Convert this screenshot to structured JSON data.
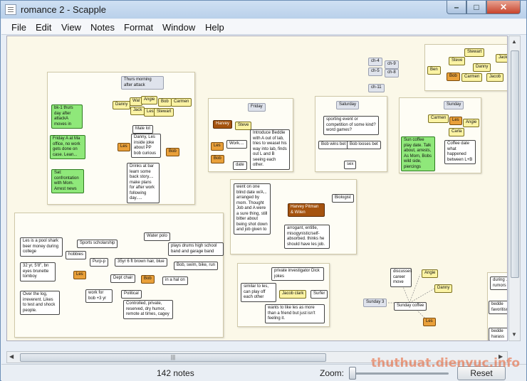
{
  "window": {
    "title": "romance 2 - Scapple"
  },
  "menu": [
    "File",
    "Edit",
    "View",
    "Notes",
    "Format",
    "Window",
    "Help"
  ],
  "status": {
    "note_count": "142 notes",
    "zoom_label": "Zoom:",
    "reset_label": "Reset",
    "watermark": "thuthuat.dienvuc.info"
  },
  "notes": {
    "thurs": "Thurs morning after attack",
    "dani": "Danny",
    "wal": "Wal",
    "angie": "Angie",
    "bob1": "Bob",
    "carmen": "Carmen",
    "jack": "Jack",
    "les": "Les",
    "stewart": "Stewart",
    "g1": "bk-1 thurs day after attackA moves in",
    "g2": "Friday A at Ma office, no work gets done on case. Lean...",
    "g3": "Sat: confrontation with Mom. Arrest news",
    "malelot": "Male lot",
    "dannyjoke": "Danny, Les inside joke about PP bob curious",
    "les_o": "Les",
    "bob_o": "Bob",
    "drinks": "Drinks at bar learn some back story.... make plans for after work following day.....",
    "friday": "Friday",
    "harvey": "Harvey",
    "steve": "Steve",
    "work": "Work....",
    "les_b": "Les",
    "bob_b": "Bob",
    "date": "date",
    "intro": "Introduce Beddie with A out of lab, tries to weasel his way into lab, finds out L and B seeing each other.",
    "saturday": "Saturday",
    "sporting": "sporting event or competition of some kind? word games?",
    "bobwins": "Bob wins bet",
    "boblose": "Bob looses bet",
    "sex": "sex",
    "ch4": "ch-4",
    "ch9": "ch-9",
    "ch5": "ch-5",
    "ch8": "ch-8",
    "ch11": "ch-11",
    "ben": "Ben",
    "steve2": "Steve",
    "stewart2": "Stewart",
    "jack2": "Jack",
    "danny2": "Danny",
    "bob2": "Bob",
    "carmen2": "Carmen",
    "jacob": "Jacob",
    "sunday": "Sunday",
    "carmen3": "Carmen",
    "les3": "Les",
    "angie3": "Angie",
    "carla": "Carla",
    "suncoffee": "Sun coffee play date. Talk about, arrests, As Mom, Bobs wild side, piercings",
    "coffeedate": "Coffee date what happened between L+B",
    "blind": "went on one blind date w/A... arranged by mom. Thought Job and A were a sure thing, still bitter about being shot down and job given to",
    "harveypitman": "Harvey Pitman & Wilen",
    "biologist": "Biologist",
    "arrogant": "arrogant, entitle, misogynistic/self-absorbed. thinks he should have les job.",
    "lesbio": "Les is a pool shark beer money during college",
    "sports": "Sports scholarship",
    "waterpolo": "Water polo",
    "drums": "plays drums high school band and garage band",
    "hobbies": "hobbies",
    "age": "32 yr, 5'8\", bn eyes brunette tomboy",
    "purp": "Purp-p",
    "bobdesc": "35yr 6 ft brown hair, blue",
    "swim": "Bob, swim, bike, run",
    "les_bio": "Les",
    "deptchair": "Dept chair",
    "bob_bio": "Bob",
    "inahalon": "in a hal on",
    "overlog": "Over the log, irreverent. Likes to test and shock people.",
    "workfor": "work for bob +3 yr",
    "political": "Political",
    "controlled": "Controlled, private, reserved, dry humor, remote at times, cagey",
    "pi": "private investigator Dick jokes",
    "similar": "similar to les, can play off each other",
    "jacobclark": "Jacob clark",
    "surfer": "Surfer",
    "wants": "wants to like les as more than a friend but just isn't feeling it.",
    "discuss": "discusses career move",
    "angie4": "Angie",
    "sunday3": "Sunday 3",
    "sundaycoffee": "Sunday coffee",
    "danny4": "Danny",
    "les4": "Les",
    "during": "during ... rumors",
    "bedde": "bedde favoritism",
    "bedde2": "bedde harass"
  }
}
